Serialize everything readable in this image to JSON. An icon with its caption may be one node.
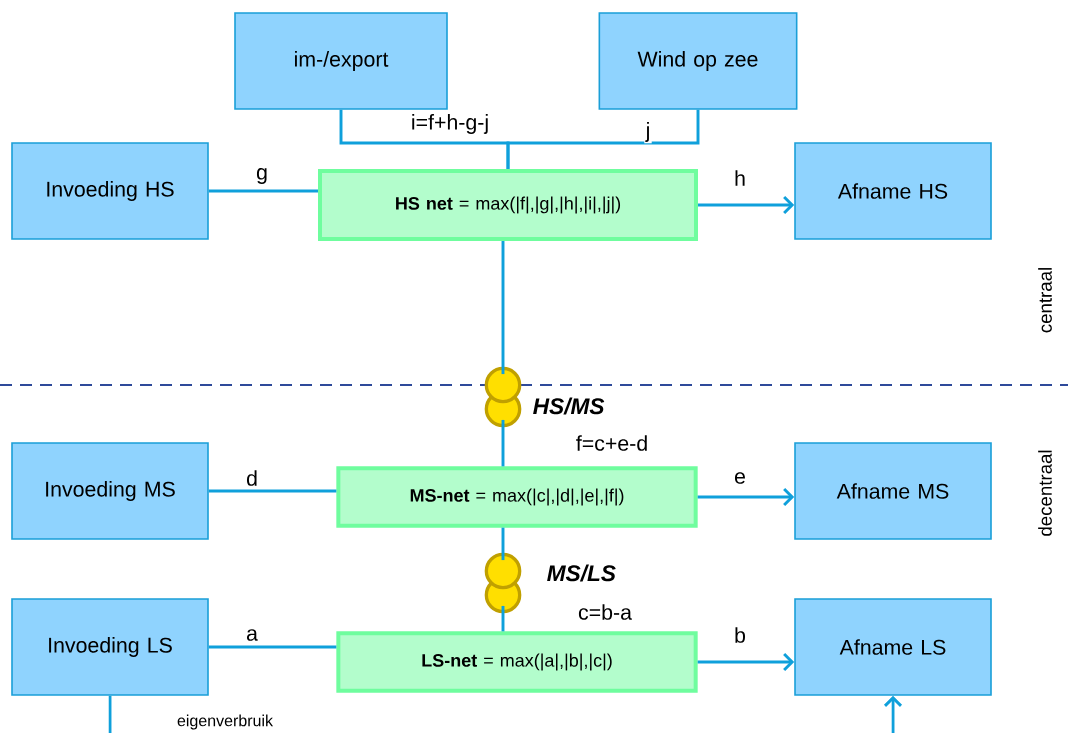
{
  "diagram": {
    "nodes": [
      {
        "text": [
          "im-/export"
        ]
      },
      {
        "text": [
          "Wind op zee"
        ]
      },
      {
        "text": [
          "Invoeding HS"
        ]
      },
      {
        "text": [
          "**HS net** = max(|f|,|g|,|h|,|i|,|j|)"
        ]
      },
      {
        "text": [
          "Afname HS"
        ]
      },
      {
        "text": [],
        "shape": "circle",
        "beside": [
          "HS/MS"
        ]
      },
      {
        "text": [
          "Invoeding MS"
        ]
      },
      {
        "text": [
          "**MS-net** = max(|c|,|d|,|e|,|f|)"
        ]
      },
      {
        "text": [
          "Afname MS"
        ]
      },
      {
        "text": [],
        "shape": "circle",
        "beside": [
          "MS/LS"
        ]
      },
      {
        "text": [
          "Invoeding LS"
        ]
      },
      {
        "text": [
          "**LS-net** = max(|a|,|b|,|c|)"
        ]
      },
      {
        "text": [
          "Afname LS"
        ]
      }
    ],
    "edges": [
      {
        "from": 0,
        "to": 3,
        "arrow": "none",
        "label": "i=f+h-g-j"
      },
      {
        "from": 1,
        "to": 3,
        "arrow": "none",
        "label": "j"
      },
      {
        "from": 2,
        "to": 3,
        "arrow": "none",
        "label": "g"
      },
      {
        "from": 3,
        "to": 4,
        "arrow": "to",
        "label": "h"
      },
      {
        "from": 3,
        "to": 5,
        "arrow": "none"
      },
      {
        "from": 5,
        "to": 7,
        "arrow": "none",
        "label": "f=c+e-d"
      },
      {
        "from": 6,
        "to": 7,
        "arrow": "none",
        "label": "d"
      },
      {
        "from": 7,
        "to": 8,
        "arrow": "to",
        "label": "e"
      },
      {
        "from": 7,
        "to": 9,
        "arrow": "none"
      },
      {
        "from": 9,
        "to": 11,
        "arrow": "none",
        "label": "c=b-a"
      },
      {
        "from": 10,
        "to": 11,
        "arrow": "none",
        "label": "a"
      },
      {
        "from": 11,
        "to": 12,
        "arrow": "to",
        "label": "b"
      },
      {
        "from": 10,
        "to": null,
        "arrow": "none",
        "label": "eigenverbruik"
      },
      {
        "from": null,
        "to": 12,
        "arrow": "to"
      }
    ],
    "labels": [
      "centraal",
      "decentraal"
    ]
  }
}
